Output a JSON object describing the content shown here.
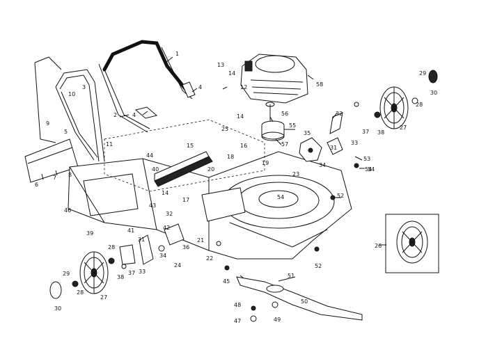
{
  "diagram": {
    "part_numbers": [
      "1",
      "2",
      "3",
      "4",
      "5",
      "6",
      "7",
      "8",
      "9",
      "10",
      "11",
      "12",
      "13",
      "14",
      "15",
      "16",
      "17",
      "18",
      "19",
      "20",
      "21",
      "22",
      "23",
      "24",
      "25",
      "26",
      "27",
      "28",
      "29",
      "30",
      "31",
      "32",
      "33",
      "34",
      "35",
      "36",
      "37",
      "38",
      "39",
      "40",
      "41",
      "42",
      "43",
      "44",
      "45",
      "46",
      "47",
      "48",
      "49",
      "50",
      "51",
      "52",
      "53",
      "54",
      "55",
      "56",
      "57",
      "58"
    ]
  }
}
